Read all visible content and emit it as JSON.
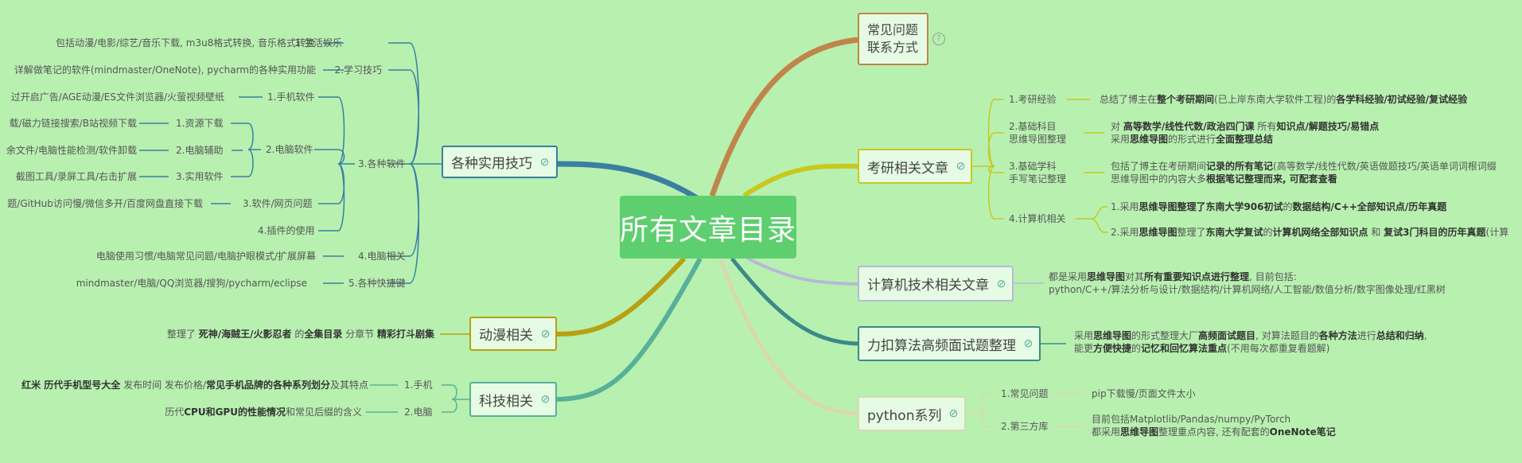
{
  "center": {
    "title": "所有文章目录"
  },
  "left": {
    "tips": {
      "label": "各种实用技巧",
      "entertain": {
        "num": "1.生活娱乐",
        "desc": "包括动漫/电影/综艺/音乐下载, m3u8格式转换, 音乐格式转换"
      },
      "study": {
        "num": "2.学习技巧",
        "desc": "详解做笔记的软件(mindmaster/OneNote), pycharm的各种实用功能"
      },
      "software": {
        "num": "3.各种软件",
        "phone": {
          "num": "1.手机软件",
          "desc": "过开启广告/AGE动漫/ES文件浏览器/火萤视频壁纸"
        },
        "pc": {
          "num": "2.电脑软件",
          "res": {
            "num": "1.资源下载",
            "desc": "载/磁力链接搜索/B站视频下载"
          },
          "assist": {
            "num": "2.电脑辅助",
            "desc": "余文件/电脑性能检测/软件卸载"
          },
          "util": {
            "num": "3.实用软件",
            "desc": "截图工具/录屏工具/右击扩展"
          }
        },
        "web": {
          "num": "3.软件/网页问题",
          "desc": "题/GitHub访问慢/微信多开/百度网盘直接下载"
        },
        "plugin": {
          "num": "4.插件的使用"
        }
      },
      "computer": {
        "num": "4.电脑相关",
        "desc": "电脑使用习惯/电脑常见问题/电脑护眼模式/扩展屏幕"
      },
      "shortcut": {
        "num": "5.各种快捷键",
        "desc": "mindmaster/电脑/QQ浏览器/搜狗/pycharm/eclipse"
      }
    },
    "anime": {
      "label": "动漫相关",
      "desc_a": "整理了 ",
      "desc_b": "死神/海贼王/火影忍者",
      "desc_c": " 的",
      "desc_d": "全集目录",
      "desc_e": " 分章节 ",
      "desc_f": "精彩打斗剧集"
    },
    "tech": {
      "label": "科技相关",
      "phone": {
        "num": "1.手机",
        "d1": "红米 历代手机型号大全",
        "d2": " 发布时间 发布价格/",
        "d3": "常见手机品牌的各种系列划分",
        "d4": "及其特点"
      },
      "pc": {
        "num": "2.电脑",
        "d1": "历代",
        "d2": "CPU和GPU的性能情况",
        "d3": "和常见后缀的含义"
      }
    }
  },
  "right": {
    "faq": {
      "line1": "常见问题",
      "line2": "联系方式",
      "help": "?"
    },
    "kaoyan": {
      "label": "考研相关文章",
      "exp": {
        "num": "1.考研经验",
        "d1": "总结了博主在",
        "d2": "整个考研期间",
        "d3": "(已上岸东南大学软件工程)的",
        "d4": "各学科经验/初试经验/复试经验"
      },
      "basic": {
        "num1": "2.基础科目",
        "num2": "思维导图整理",
        "d1": "对 ",
        "d2": "高等数学/线性代数/政治四门课",
        "d3": " 所有",
        "d4": "知识点/解题技巧/易错点",
        "d5": "采用",
        "d6": "思维导图",
        "d7": "的形式进行",
        "d8": "全面整理总结"
      },
      "notes": {
        "num1": "3.基础学科",
        "num2": "手写笔记整理",
        "d1": "包括了博主在考研期间",
        "d2": "记录的所有笔记",
        "d3": "(高等数学/线性代数/英语做题技巧/英语单词词根词缀",
        "d4": "思维导图中的内容大多",
        "d5": "根据笔记整理而来, 可配套查看"
      },
      "cs": {
        "num": "4.计算机相关",
        "l1": {
          "a": "1.采用",
          "b": "思维导图整理了东南大学906初试",
          "c": "的",
          "d": "数据结构/C++全部知识点/历年真题"
        },
        "l2": {
          "a": "2.采用",
          "b": "思维导图",
          "c": "整理了",
          "d": "东南大学复试",
          "e": "的",
          "f": "计算机网络全部知识点",
          "g": " 和 ",
          "h": "复试3门科目的历年真题",
          "i": "(计算"
        }
      }
    },
    "cstech": {
      "label": "计算机技术相关文章",
      "d1": "都是采用",
      "d2": "思维导图",
      "d3": "对其",
      "d4": "所有重要知识点进行整理",
      "d5": ", 目前包括:",
      "d6": "python/C++/算法分析与设计/数据结构/计算机网络/人工智能/数值分析/数字图像处理/红黑树"
    },
    "leetcode": {
      "label": "力扣算法高频面试题整理",
      "d1": "采用",
      "d2": "思维导图",
      "d3": "的形式整理大厂",
      "d4": "高频面试题目",
      "d5": ", 对算法题目的",
      "d6": "各种方法",
      "d7": "进行",
      "d8": "总结和归纳",
      "d9": ",",
      "d10": "能更",
      "d11": "方便快捷",
      "d12": "的",
      "d13": "记忆和回忆算法重点",
      "d14": "(不用每次都重复看题解)"
    },
    "python": {
      "label": "python系列",
      "faq": {
        "num": "1.常见问题",
        "desc": "pip下载慢/页面文件太小"
      },
      "lib": {
        "num": "2.第三方库",
        "d1": "目前包括Matplotlib/Pandas/numpy/PyTorch",
        "d2": "都采用",
        "d3": "思维导图",
        "d4": "整理重点内容, 还有配套的",
        "d5": "OneNote笔记"
      }
    }
  },
  "colors": {
    "background": "#b8f0b0",
    "center": "#5ecf6f",
    "tips_branch": "#3a7fa0",
    "anime_branch": "#b8a010",
    "tech_branch": "#58b098",
    "faq_branch": "#c0854a",
    "kaoyan_branch": "#c8c820",
    "cstech_branch": "#b8b8d8",
    "leetcode_branch": "#3a8a88",
    "python_branch": "#d8d8b0"
  }
}
